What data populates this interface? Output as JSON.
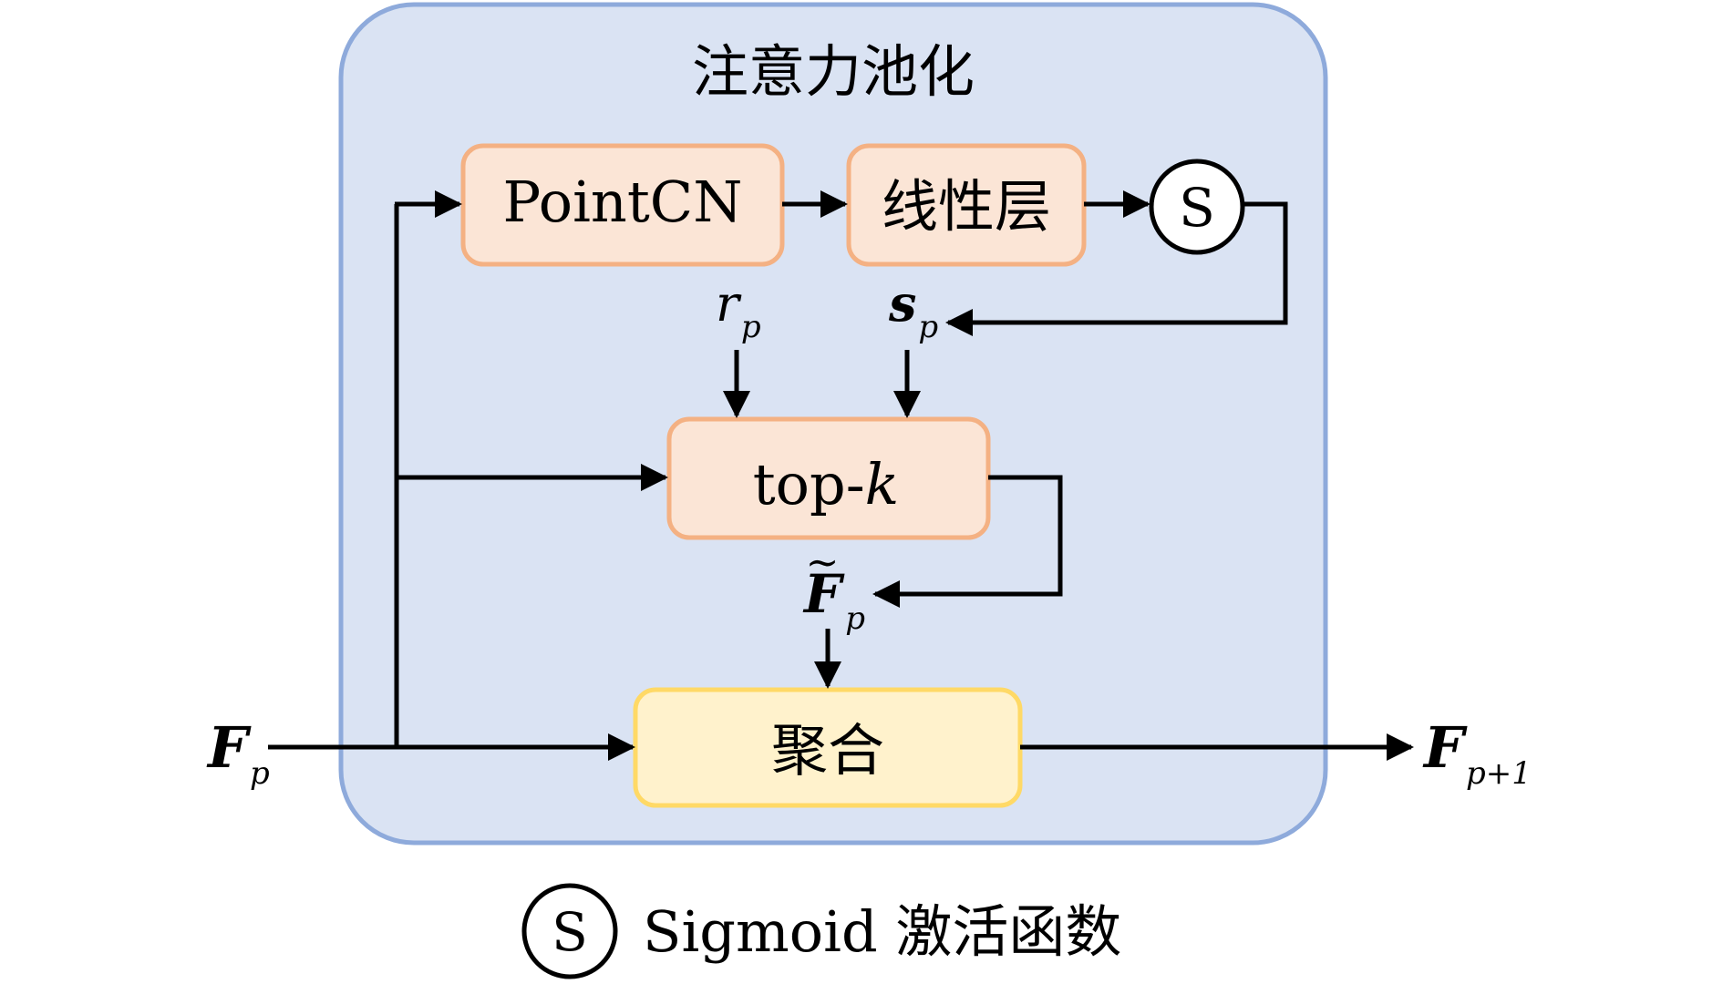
{
  "title": "注意力池化",
  "nodes": {
    "pointcn": "PointCN",
    "linear": "线性层",
    "sigmoid": "S",
    "topk_prefix": "top-",
    "topk_var": "k",
    "aggregate": "聚合"
  },
  "symbols": {
    "r_base": "r",
    "r_sub": "p",
    "s_base": "s",
    "s_sub": "p",
    "ftilde_base": "F",
    "ftilde_mark": "~",
    "ftilde_sub": "p",
    "fin_base": "F",
    "fin_sub": "p",
    "fout_base": "F",
    "fout_sub": "p+1"
  },
  "legend": {
    "symbol": "S",
    "label": "Sigmoid 激活函数"
  },
  "colors": {
    "container_fill": "#dae3f3",
    "container_stroke": "#8eaadb",
    "orange_fill": "#fbe5d6",
    "orange_stroke": "#f4b183",
    "yellow_fill": "#fff2cc",
    "yellow_stroke": "#ffd966",
    "line": "#000000"
  }
}
